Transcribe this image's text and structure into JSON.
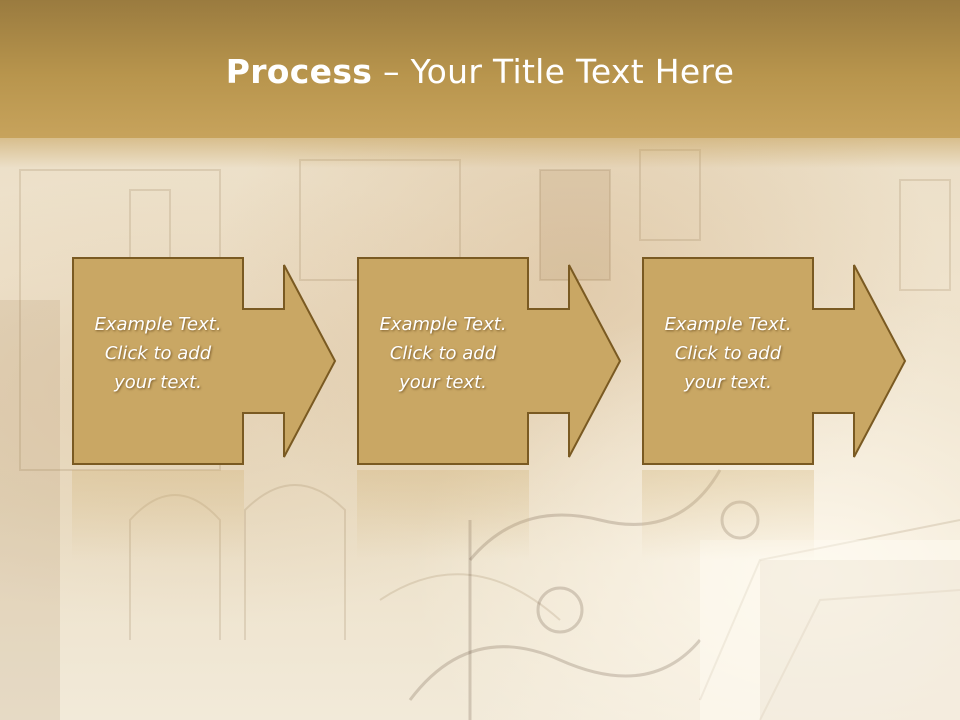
{
  "title": {
    "bold": "Process",
    "rest": " – Your Title Text Here"
  },
  "steps": [
    {
      "line1": "Example Text.",
      "line2": "Click  to add",
      "line3": "your text."
    },
    {
      "line1": "Example Text.",
      "line2": "Click  to add",
      "line3": "your text."
    },
    {
      "line1": "Example Text.",
      "line2": "Click  to add",
      "line3": "your text."
    }
  ],
  "colors": {
    "header": "#b8954d",
    "box_fill": "#c9a764",
    "box_stroke": "#7a5a22",
    "text": "#ffffff"
  }
}
